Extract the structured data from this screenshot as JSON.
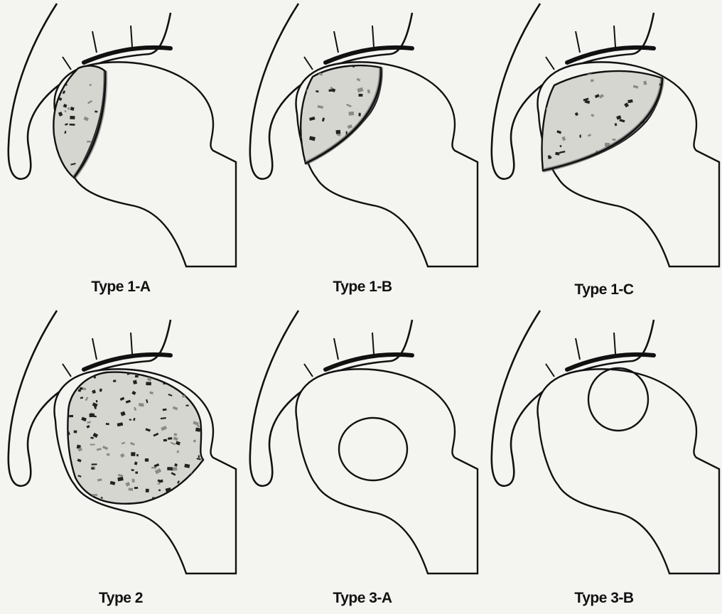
{
  "figure": {
    "panels": [
      {
        "label": "Type 1-A",
        "lesion": "anterior-lateral-wedge-small",
        "fill": "speckled"
      },
      {
        "label": "Type 1-B",
        "lesion": "anterior-lateral-wedge-medium",
        "fill": "speckled"
      },
      {
        "label": "Type 1-C",
        "lesion": "anterior-lateral-wedge-large",
        "fill": "speckled"
      },
      {
        "label": "Type 2",
        "lesion": "diffuse-head",
        "fill": "speckled"
      },
      {
        "label": "Type 3-A",
        "lesion": "central-oval",
        "fill": "none"
      },
      {
        "label": "Type 3-B",
        "lesion": "subchondral-oval",
        "fill": "none"
      }
    ],
    "colors": {
      "line": "#111111",
      "background": "#f4f4f1",
      "speckle": "#222222"
    }
  }
}
